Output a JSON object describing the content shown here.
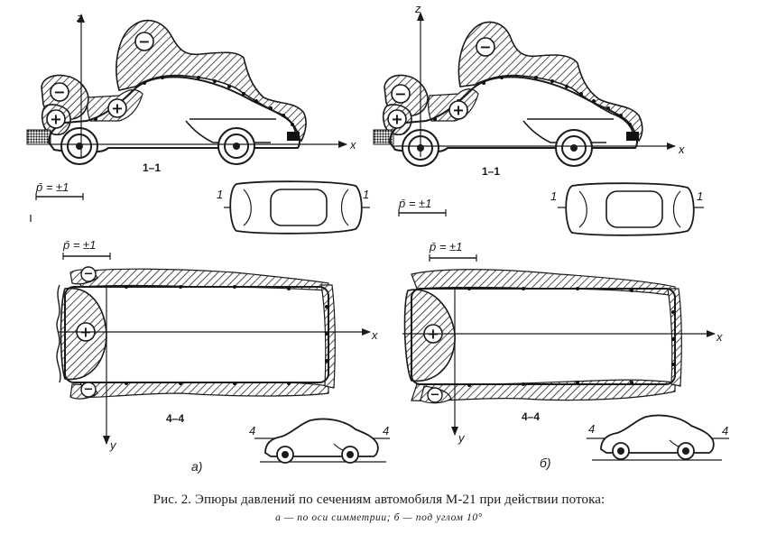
{
  "panels": [
    {
      "letter": "а)",
      "upper_section": "1–1",
      "lower_section": "4–4",
      "scale_upper": "p̄ = ±1",
      "scale_lower": "p̄ = ±1",
      "plan_cut_left": "1",
      "plan_cut_right": "1",
      "side_cut_left": "4",
      "side_cut_right": "4",
      "axis_x": "x",
      "axis_z": "z",
      "axis_x2": "x",
      "axis_y": "y"
    },
    {
      "letter": "б)",
      "upper_section": "1–1",
      "lower_section": "4–4",
      "scale_upper": "p̄ = ±1",
      "scale_lower": "p̄ = ±1",
      "plan_cut_left": "1",
      "plan_cut_right": "1",
      "side_cut_left": "4",
      "side_cut_right": "4",
      "axis_x": "x",
      "axis_z": "z",
      "axis_x2": "x",
      "axis_y": "y"
    }
  ],
  "signs": {
    "plus": "+",
    "minus": "−"
  },
  "caption": {
    "line1": "Рис. 2. Эпюры давлений по сечениям автомобиля М-21 при  действии потока:",
    "line2": "а — по оси симметрии; б — под углом 10°"
  },
  "colors": {
    "ink": "#1a1a1a",
    "paper": "#ffffff"
  }
}
